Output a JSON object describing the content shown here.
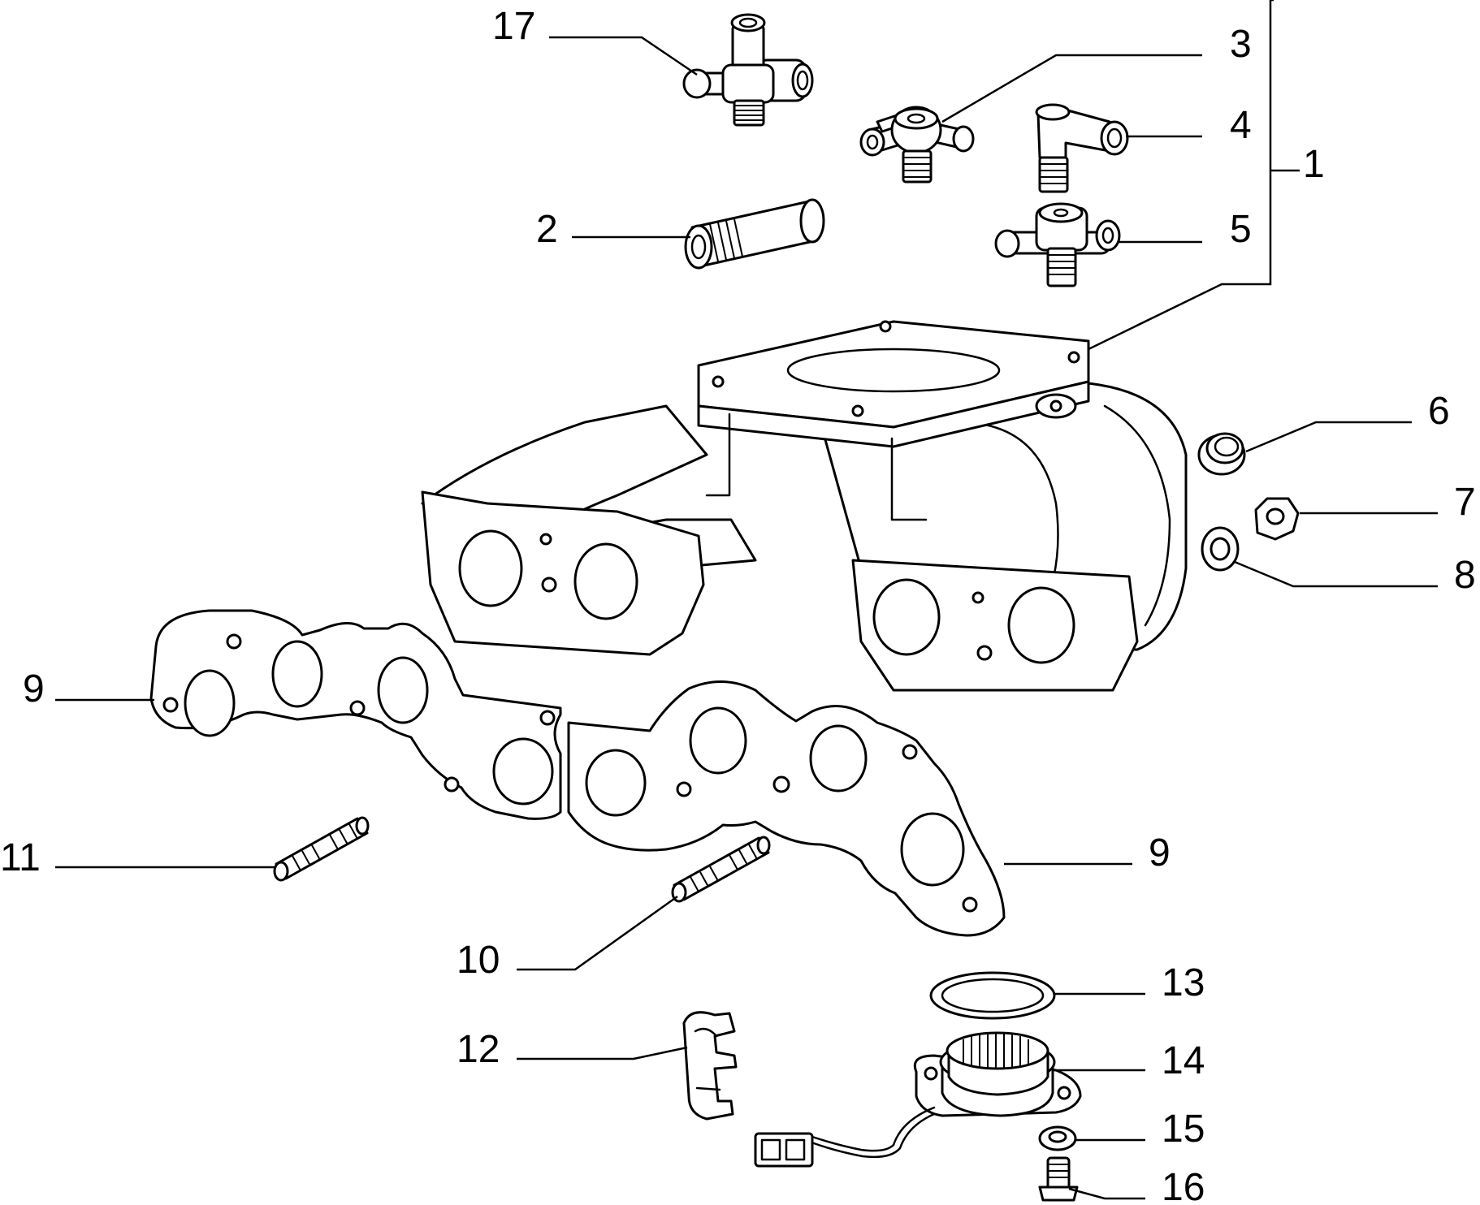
{
  "diagram": {
    "colors": {
      "line": "#000000",
      "background": "#ffffff"
    },
    "callouts": [
      {
        "id": "c17",
        "label": "17"
      },
      {
        "id": "c3",
        "label": "3"
      },
      {
        "id": "c4",
        "label": "4"
      },
      {
        "id": "c1",
        "label": "1"
      },
      {
        "id": "c2",
        "label": "2"
      },
      {
        "id": "c5",
        "label": "5"
      },
      {
        "id": "c6",
        "label": "6"
      },
      {
        "id": "c7",
        "label": "7"
      },
      {
        "id": "c8",
        "label": "8"
      },
      {
        "id": "c9a",
        "label": "9"
      },
      {
        "id": "c9b",
        "label": "9"
      },
      {
        "id": "c11",
        "label": "11"
      },
      {
        "id": "c10",
        "label": "10"
      },
      {
        "id": "c13",
        "label": "13"
      },
      {
        "id": "c12",
        "label": "12"
      },
      {
        "id": "c14",
        "label": "14"
      },
      {
        "id": "c15",
        "label": "15"
      },
      {
        "id": "c16",
        "label": "16"
      }
    ]
  }
}
